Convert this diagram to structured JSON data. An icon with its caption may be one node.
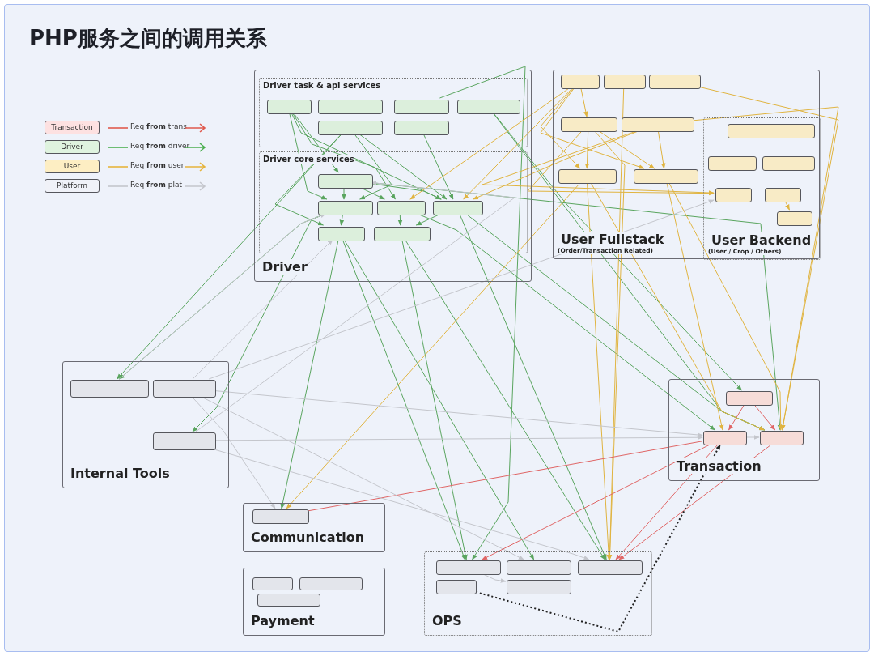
{
  "diagram": {
    "title": "PHP服务之间的调用关系",
    "nodes": [
      {
        "text": [
          "Driver"
        ]
      },
      {
        "text": [
          "Driver task & api services"
        ],
        "in": 0
      },
      {
        "text": [],
        "shape": "box",
        "in": 1
      },
      {
        "text": [],
        "shape": "box",
        "in": 1
      },
      {
        "text": [],
        "shape": "box",
        "in": 1
      },
      {
        "text": [],
        "shape": "box",
        "in": 1
      },
      {
        "text": [],
        "shape": "box",
        "in": 1
      },
      {
        "text": [],
        "shape": "box",
        "in": 1
      },
      {
        "text": [
          "Driver core services"
        ],
        "in": 0
      },
      {
        "text": [],
        "shape": "box",
        "in": 8
      },
      {
        "text": [],
        "shape": "box",
        "in": 8
      },
      {
        "text": [],
        "shape": "box",
        "in": 8
      },
      {
        "text": [],
        "shape": "box",
        "in": 8
      },
      {
        "text": [],
        "shape": "box",
        "in": 8
      },
      {
        "text": [],
        "shape": "box",
        "in": 8
      },
      {
        "text": [
          "User Fullstack",
          "(Order/Transaction Related)"
        ]
      },
      {
        "text": [],
        "shape": "box",
        "in": 15
      },
      {
        "text": [],
        "shape": "box",
        "in": 15
      },
      {
        "text": [],
        "shape": "box",
        "in": 15
      },
      {
        "text": [],
        "shape": "box",
        "in": 15
      },
      {
        "text": [],
        "shape": "box",
        "in": 15
      },
      {
        "text": [],
        "shape": "box",
        "in": 15
      },
      {
        "text": [],
        "shape": "box",
        "in": 15
      },
      {
        "text": [
          "User Backend",
          "(User / Crop / Others)"
        ],
        "in": 15
      },
      {
        "text": [],
        "shape": "box",
        "in": 23
      },
      {
        "text": [],
        "shape": "box",
        "in": 23
      },
      {
        "text": [],
        "shape": "box",
        "in": 23
      },
      {
        "text": [],
        "shape": "box",
        "in": 23
      },
      {
        "text": [],
        "shape": "box",
        "in": 23
      },
      {
        "text": [],
        "shape": "box",
        "in": 23
      },
      {
        "text": [
          "Internal Tools"
        ]
      },
      {
        "text": [],
        "shape": "box",
        "in": 30
      },
      {
        "text": [],
        "shape": "box",
        "in": 30
      },
      {
        "text": [],
        "shape": "box",
        "in": 30
      },
      {
        "text": [
          "Communication"
        ]
      },
      {
        "text": [],
        "shape": "box",
        "in": 34
      },
      {
        "text": [
          "Payment"
        ]
      },
      {
        "text": [],
        "shape": "box",
        "in": 36
      },
      {
        "text": [],
        "shape": "box",
        "in": 36
      },
      {
        "text": [],
        "shape": "box",
        "in": 36
      },
      {
        "text": [
          "Transaction"
        ]
      },
      {
        "text": [],
        "shape": "box",
        "in": 40
      },
      {
        "text": [],
        "shape": "box",
        "in": 40
      },
      {
        "text": [],
        "shape": "box",
        "in": 40
      },
      {
        "text": [
          "OPS"
        ]
      },
      {
        "text": [],
        "shape": "box",
        "in": 44
      },
      {
        "text": [],
        "shape": "box",
        "in": 44
      },
      {
        "text": [],
        "shape": "box",
        "in": 44
      },
      {
        "text": [],
        "shape": "box",
        "in": 44
      },
      {
        "text": [],
        "shape": "box",
        "in": 44
      }
    ],
    "edges": [
      {
        "from": 2,
        "to": 9,
        "arrow": "to"
      },
      {
        "from": 2,
        "to": 10,
        "arrow": "to"
      },
      {
        "from": 2,
        "to": 11,
        "arrow": "to"
      },
      {
        "from": 2,
        "to": 12,
        "arrow": "to"
      },
      {
        "from": 6,
        "to": 10,
        "arrow": "to"
      },
      {
        "from": 6,
        "to": 13,
        "arrow": "to"
      },
      {
        "from": 6,
        "to": 12,
        "arrow": "to"
      },
      {
        "from": 6,
        "to": 31,
        "arrow": "to"
      },
      {
        "from": 9,
        "to": 10,
        "arrow": "to"
      },
      {
        "from": 9,
        "to": 11,
        "arrow": "to"
      },
      {
        "from": 9,
        "to": 12,
        "arrow": "to"
      },
      {
        "from": 10,
        "to": 13,
        "arrow": "to"
      },
      {
        "from": 11,
        "to": 14,
        "arrow": "to"
      },
      {
        "from": 12,
        "to": 14,
        "arrow": "to"
      },
      {
        "from": 7,
        "to": 12,
        "arrow": "to"
      },
      {
        "from": 4,
        "to": 45,
        "arrow": "to"
      },
      {
        "from": 5,
        "to": 43,
        "arrow": "to"
      },
      {
        "from": 12,
        "to": 47,
        "arrow": "to"
      },
      {
        "from": 12,
        "to": 43,
        "arrow": "to"
      },
      {
        "from": 13,
        "to": 45,
        "arrow": "to"
      },
      {
        "from": 13,
        "to": 35,
        "arrow": "to"
      },
      {
        "from": 13,
        "to": 46,
        "arrow": "to"
      },
      {
        "from": 14,
        "to": 47,
        "arrow": "to"
      },
      {
        "from": 14,
        "to": 45,
        "arrow": "to"
      },
      {
        "from": 10,
        "to": 31,
        "arrow": "to"
      },
      {
        "from": 10,
        "to": 33,
        "arrow": "to"
      },
      {
        "from": 9,
        "to": 43,
        "arrow": "to"
      },
      {
        "from": 5,
        "to": 41,
        "arrow": "to"
      },
      {
        "from": 11,
        "to": 42,
        "arrow": "to"
      },
      {
        "from": 16,
        "to": 19,
        "arrow": "to",
        "color": "#e0b440"
      },
      {
        "from": 16,
        "to": 21,
        "arrow": "to",
        "color": "#e0b440"
      },
      {
        "from": 16,
        "to": 11,
        "arrow": "to",
        "color": "#e0b440"
      },
      {
        "from": 16,
        "to": 12,
        "arrow": "to",
        "color": "#e0b440"
      },
      {
        "from": 16,
        "to": 22,
        "arrow": "to",
        "color": "#e0b440"
      },
      {
        "from": 19,
        "to": 21,
        "arrow": "to",
        "color": "#e0b440"
      },
      {
        "from": 19,
        "to": 22,
        "arrow": "to",
        "color": "#e0b440"
      },
      {
        "from": 19,
        "to": 27,
        "arrow": "to",
        "color": "#e0b440"
      },
      {
        "from": 19,
        "to": 47,
        "arrow": "to",
        "color": "#e0b440"
      },
      {
        "from": 20,
        "to": 22,
        "arrow": "to",
        "color": "#e0b440"
      },
      {
        "from": 20,
        "to": 27,
        "arrow": "to",
        "color": "#e0b440"
      },
      {
        "from": 20,
        "to": 43,
        "arrow": "to",
        "color": "#e0b440"
      },
      {
        "from": 21,
        "to": 43,
        "arrow": "to",
        "color": "#e0b440"
      },
      {
        "from": 21,
        "to": 47,
        "arrow": "to",
        "color": "#e0b440"
      },
      {
        "from": 22,
        "to": 43,
        "arrow": "to",
        "color": "#e0b440"
      },
      {
        "from": 22,
        "to": 42,
        "arrow": "to",
        "color": "#e0b440"
      },
      {
        "from": 18,
        "to": 43,
        "arrow": "to",
        "color": "#e0b440"
      },
      {
        "from": 17,
        "to": 47,
        "arrow": "to",
        "color": "#e0b440"
      },
      {
        "from": 28,
        "to": 29,
        "arrow": "to",
        "color": "#e0b440"
      },
      {
        "from": 21,
        "to": 35,
        "arrow": "to",
        "color": "#e0b440"
      },
      {
        "from": 20,
        "to": 12,
        "arrow": "to",
        "color": "#e0b440"
      },
      {
        "from": 42,
        "to": 45,
        "arrow": "to",
        "color": "#e06666"
      },
      {
        "from": 42,
        "to": 47,
        "arrow": "to",
        "color": "#e06666"
      },
      {
        "from": 43,
        "to": 47,
        "arrow": "to",
        "color": "#e06666"
      },
      {
        "from": 42,
        "to": 35,
        "arrow": "none",
        "color": "#e06666"
      },
      {
        "from": 41,
        "to": 42,
        "arrow": "to",
        "color": "#e06666"
      },
      {
        "from": 41,
        "to": 43,
        "arrow": "to",
        "color": "#e06666"
      },
      {
        "from": 32,
        "to": 42,
        "arrow": "to",
        "color": "#c4c6cc"
      },
      {
        "from": 33,
        "to": 42,
        "arrow": "to",
        "color": "#c4c6cc"
      },
      {
        "from": 32,
        "to": 46,
        "arrow": "to",
        "color": "#c4c6cc"
      },
      {
        "from": 33,
        "to": 47,
        "arrow": "to",
        "color": "#c4c6cc"
      },
      {
        "from": 32,
        "to": 35,
        "arrow": "to",
        "color": "#c4c6cc"
      },
      {
        "from": 32,
        "to": 27,
        "arrow": "to",
        "color": "#c4c6cc"
      },
      {
        "from": 31,
        "to": 10,
        "arrow": "to",
        "color": "#c4c6cc"
      },
      {
        "from": 32,
        "to": 13,
        "arrow": "to",
        "color": "#c4c6cc"
      },
      {
        "from": 42,
        "to": 43,
        "arrow": "to",
        "color": "#c4c6cc"
      },
      {
        "from": 45,
        "to": 49,
        "arrow": "to",
        "color": "#c4c6cc"
      },
      {
        "from": 33,
        "to": 9,
        "arrow": "to",
        "color": "#c4c6cc"
      },
      {
        "from": 48,
        "to": 42,
        "arrow": "to",
        "style": "dashed",
        "color": "#222222"
      }
    ],
    "legend": [
      {
        "text": "Transaction",
        "color": "#fde1e1"
      },
      {
        "text": "Req **from** trans"
      },
      {
        "text": "Driver",
        "color": "#dff3df"
      },
      {
        "text": "Req **from** driver"
      },
      {
        "text": "User",
        "color": "#fdeec3"
      },
      {
        "text": "Req **from** user"
      },
      {
        "text": "Platform",
        "color": "#f0f2f8"
      },
      {
        "text": "Req **from** plat"
      }
    ]
  }
}
